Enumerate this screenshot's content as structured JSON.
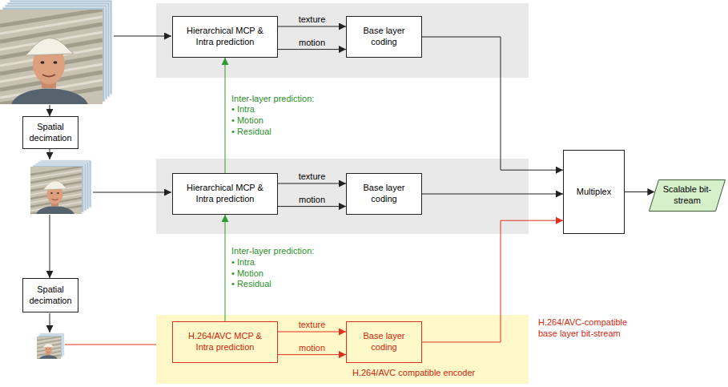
{
  "diagram": {
    "nodes": [
      {
        "text": [
          "Hierarchical MCP & Intra prediction"
        ]
      },
      {
        "text": [
          "Base layer coding"
        ]
      },
      {
        "text": [
          "Spatial decimation"
        ]
      },
      {
        "text": [
          "Hierarchical MCP & Intra prediction"
        ]
      },
      {
        "text": [
          "Base layer coding"
        ]
      },
      {
        "text": [
          "Multiplex"
        ]
      },
      {
        "text": [
          "Scalable bit-stream"
        ]
      },
      {
        "text": [
          "Spatial decimation"
        ]
      },
      {
        "text": [
          "H.264/AVC compatible encoder"
        ]
      },
      {
        "text": [
          "H.264/AVC MCP & Intra prediction"
        ],
        "in": 8
      },
      {
        "text": [
          "Base layer coding"
        ],
        "in": 8
      }
    ],
    "edges": [
      {
        "from": 0,
        "to": 1,
        "label": "texture",
        "arrow": "to"
      },
      {
        "from": 0,
        "to": 1,
        "label": "motion",
        "arrow": "to"
      },
      {
        "from": 3,
        "to": 0,
        "label": "Inter-layer prediction: • Intra • Motion • Residual",
        "arrow": "to"
      },
      {
        "from": 3,
        "to": 4,
        "label": "texture",
        "arrow": "to"
      },
      {
        "from": 3,
        "to": 4,
        "label": "motion",
        "arrow": "to"
      },
      {
        "from": 9,
        "to": 3,
        "label": "Inter-layer prediction: • Intra • Motion • Residual",
        "arrow": "to"
      },
      {
        "from": 9,
        "to": 10,
        "label": "texture",
        "arrow": "to"
      },
      {
        "from": 9,
        "to": 10,
        "label": "motion",
        "arrow": "to"
      },
      {
        "from": 1,
        "to": 5,
        "arrow": "to"
      },
      {
        "from": 4,
        "to": 5,
        "arrow": "to"
      },
      {
        "from": 10,
        "to": 5,
        "arrow": "to"
      },
      {
        "from": 5,
        "to": 6,
        "arrow": "to"
      }
    ],
    "labels": [
      "H.264/AVC-compatible base layer bit-stream"
    ]
  }
}
